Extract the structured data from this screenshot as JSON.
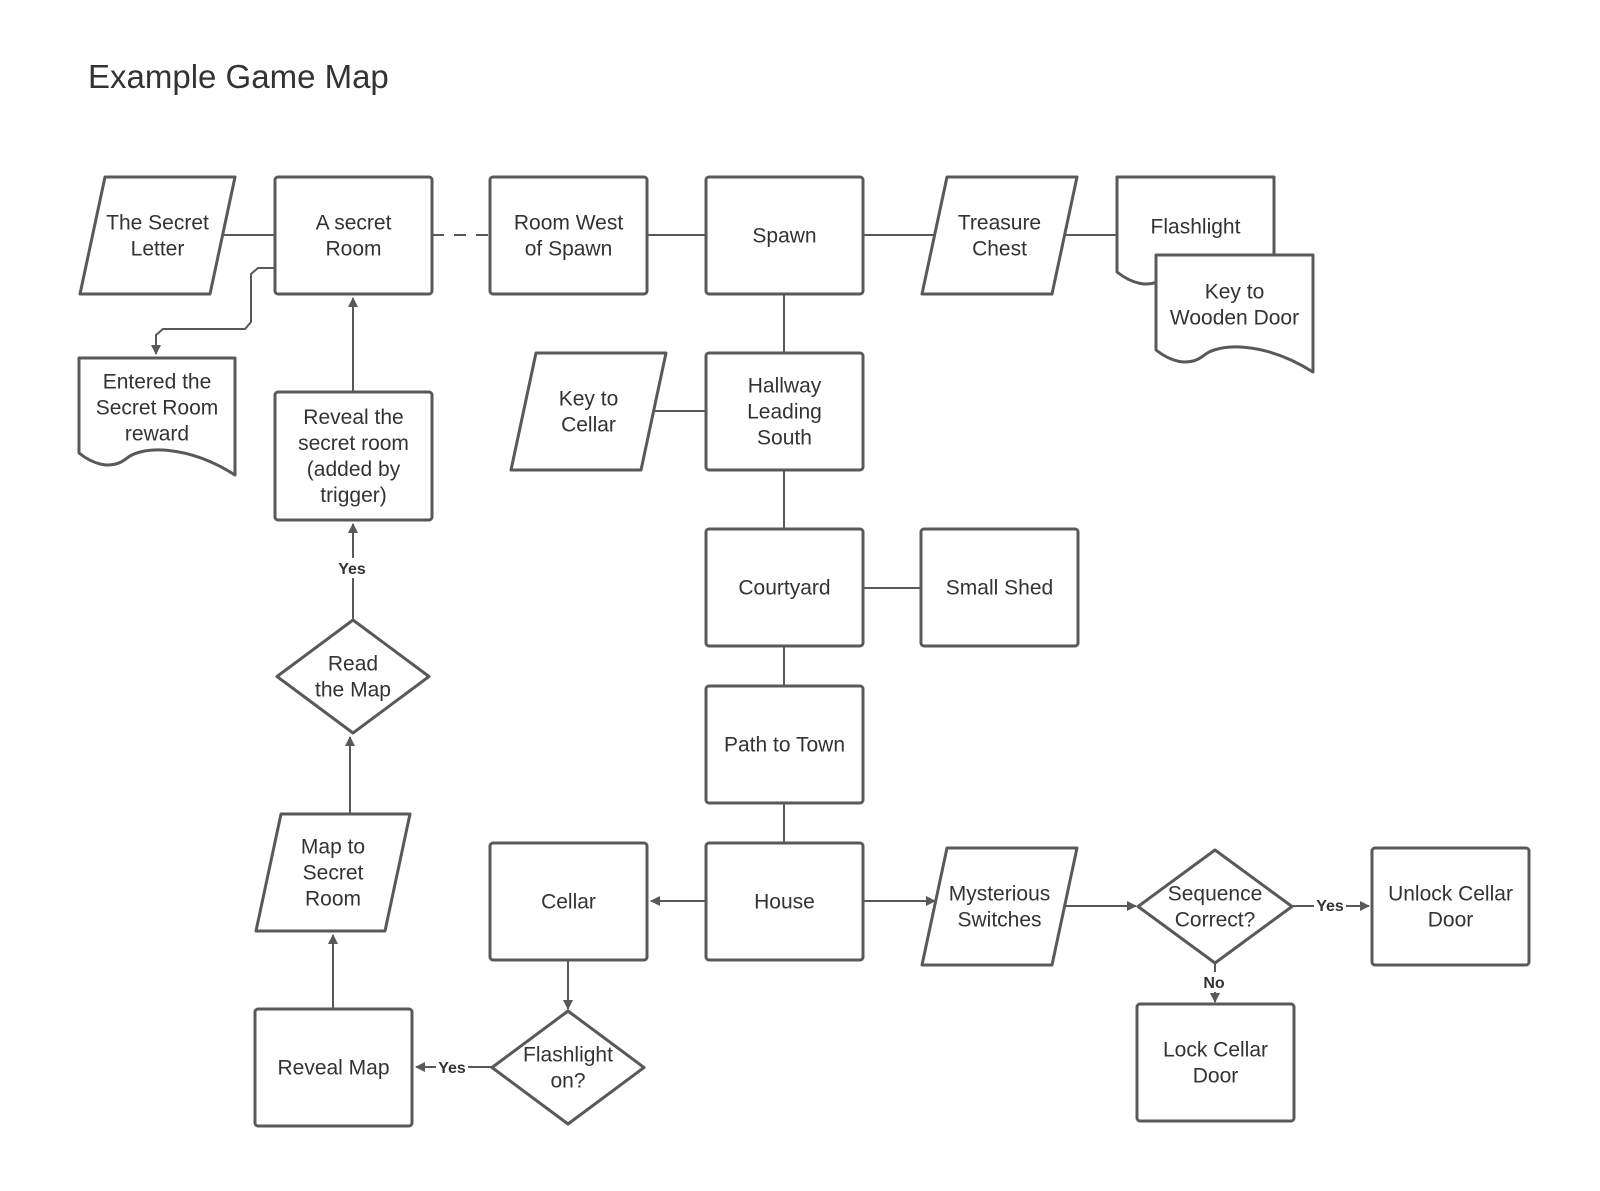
{
  "title": "Example Game Map",
  "colors": {
    "stroke": "#595959",
    "text": "#333333",
    "background": "#ffffff"
  },
  "nodes": {
    "secret_letter": {
      "shape": "parallelogram",
      "lines": [
        "The Secret",
        "Letter"
      ]
    },
    "secret_room": {
      "shape": "process",
      "lines": [
        "A secret",
        "Room"
      ]
    },
    "room_west": {
      "shape": "process",
      "lines": [
        "Room West",
        "of Spawn"
      ]
    },
    "spawn": {
      "shape": "process",
      "lines": [
        "Spawn"
      ]
    },
    "treasure_chest": {
      "shape": "parallelogram",
      "lines": [
        "Treasure",
        "Chest"
      ]
    },
    "flashlight": {
      "shape": "document",
      "lines": [
        "Flashlight"
      ]
    },
    "key_wooden": {
      "shape": "document",
      "lines": [
        "Key to",
        "Wooden Door"
      ]
    },
    "entered_reward": {
      "shape": "document",
      "lines": [
        "Entered the",
        "Secret Room",
        "reward"
      ]
    },
    "reveal_room": {
      "shape": "process",
      "lines": [
        "Reveal the",
        "secret room",
        "(added by",
        "trigger)"
      ]
    },
    "key_cellar": {
      "shape": "parallelogram",
      "lines": [
        "Key to",
        "Cellar"
      ]
    },
    "hallway": {
      "shape": "process",
      "lines": [
        "Hallway",
        "Leading",
        "South"
      ]
    },
    "courtyard": {
      "shape": "process",
      "lines": [
        "Courtyard"
      ]
    },
    "small_shed": {
      "shape": "process",
      "lines": [
        "Small Shed"
      ]
    },
    "read_map": {
      "shape": "decision",
      "lines": [
        "Read",
        "the Map"
      ]
    },
    "path_town": {
      "shape": "process",
      "lines": [
        "Path to Town"
      ]
    },
    "map_secret": {
      "shape": "parallelogram",
      "lines": [
        "Map to",
        "Secret",
        "Room"
      ]
    },
    "cellar": {
      "shape": "process",
      "lines": [
        "Cellar"
      ]
    },
    "house": {
      "shape": "process",
      "lines": [
        "House"
      ]
    },
    "mysterious": {
      "shape": "parallelogram",
      "lines": [
        "Mysterious",
        "Switches"
      ]
    },
    "sequence": {
      "shape": "decision",
      "lines": [
        "Sequence",
        "Correct?"
      ]
    },
    "unlock": {
      "shape": "process",
      "lines": [
        "Unlock Cellar",
        "Door"
      ]
    },
    "lock": {
      "shape": "process",
      "lines": [
        "Lock Cellar",
        "Door"
      ]
    },
    "reveal_map": {
      "shape": "process",
      "lines": [
        "Reveal Map"
      ]
    },
    "flashlight_on": {
      "shape": "decision",
      "lines": [
        "Flashlight",
        "on?"
      ]
    }
  },
  "edges": [
    {
      "from": "secret_letter",
      "to": "secret_room"
    },
    {
      "from": "secret_room",
      "to": "room_west",
      "style": "dashed"
    },
    {
      "from": "room_west",
      "to": "spawn"
    },
    {
      "from": "spawn",
      "to": "treasure_chest"
    },
    {
      "from": "treasure_chest",
      "to": "flashlight"
    },
    {
      "from": "secret_room",
      "to": "entered_reward",
      "arrow": true
    },
    {
      "from": "spawn",
      "to": "hallway"
    },
    {
      "from": "key_cellar",
      "to": "hallway"
    },
    {
      "from": "reveal_room",
      "to": "secret_room",
      "arrow": true
    },
    {
      "from": "read_map",
      "to": "reveal_room",
      "arrow": true,
      "label": "Yes"
    },
    {
      "from": "hallway",
      "to": "courtyard"
    },
    {
      "from": "courtyard",
      "to": "small_shed"
    },
    {
      "from": "map_secret",
      "to": "read_map",
      "arrow": true
    },
    {
      "from": "courtyard",
      "to": "path_town"
    },
    {
      "from": "path_town",
      "to": "house"
    },
    {
      "from": "reveal_map",
      "to": "map_secret",
      "arrow": true
    },
    {
      "from": "house",
      "to": "cellar",
      "arrow": true
    },
    {
      "from": "house",
      "to": "mysterious",
      "arrow": true
    },
    {
      "from": "mysterious",
      "to": "sequence",
      "arrow": true
    },
    {
      "from": "sequence",
      "to": "unlock",
      "arrow": true,
      "label": "Yes"
    },
    {
      "from": "sequence",
      "to": "lock",
      "arrow": true,
      "label": "No"
    },
    {
      "from": "cellar",
      "to": "flashlight_on",
      "arrow": true
    },
    {
      "from": "flashlight_on",
      "to": "reveal_map",
      "arrow": true,
      "label": "Yes"
    }
  ]
}
